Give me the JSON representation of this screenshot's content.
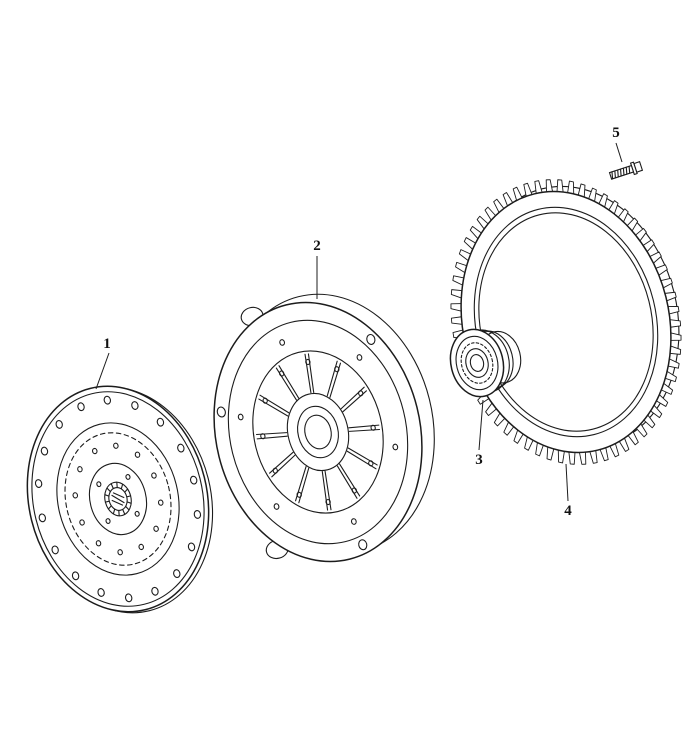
{
  "diagram": {
    "background_color": "#ffffff",
    "line_color": "#1c1c1c",
    "parts": [
      {
        "label": "1",
        "name": "clutch-disc"
      },
      {
        "label": "2",
        "name": "clutch-pressure-plate"
      },
      {
        "label": "3",
        "name": "release-bearing"
      },
      {
        "label": "4",
        "name": "flywheel-ring-gear"
      },
      {
        "label": "5",
        "name": "bolt"
      }
    ]
  }
}
